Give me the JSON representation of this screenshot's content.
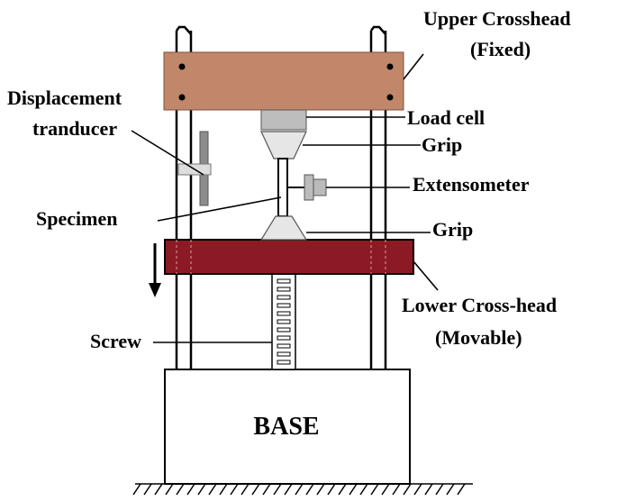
{
  "labels": {
    "upper_crosshead_line1": "Upper Crosshead",
    "upper_crosshead_line2": "(Fixed)",
    "displacement_line1": "Displacement",
    "displacement_line2": "tranducer",
    "load_cell": "Load cell",
    "grip_upper": "Grip",
    "extensometer": "Extensometer",
    "specimen": "Specimen",
    "grip_lower": "Grip",
    "lower_crosshead_line1": "Lower Cross-head",
    "lower_crosshead_line2": "(Movable)",
    "screw": "Screw",
    "base": "BASE"
  },
  "colors": {
    "upper_crosshead": "#c1876a",
    "lower_crosshead": "#8b1a24",
    "grip_fill": "#e6e6e6",
    "load_cell_fill": "#bdbdbd",
    "transducer_fill": "#8c8c8c",
    "line": "#000000"
  }
}
